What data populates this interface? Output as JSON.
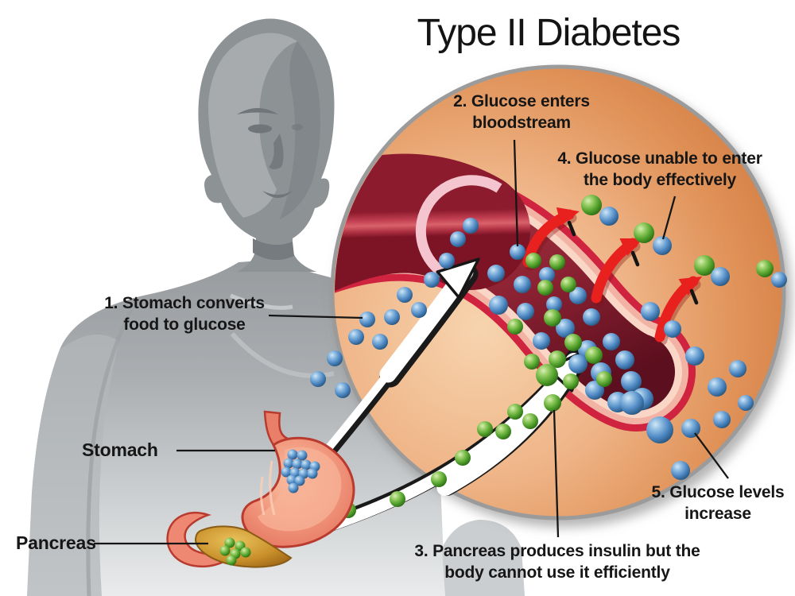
{
  "title": "Type II Diabetes",
  "steps": {
    "step1": "1. Stomach converts\nfood to glucose",
    "step2": "2. Glucose enters\nbloodstream",
    "step3": "3. Pancreas produces insulin but the\nbody cannot use it efficiently",
    "step4": "4. Glucose unable to enter\nthe body effectively",
    "step5": "5. Glucose levels\nincrease"
  },
  "organs": {
    "stomach": "Stomach",
    "pancreas": "Pancreas"
  },
  "legend_colors": {
    "glucose_molecule": "#4d87c2",
    "insulin_molecule": "#55a42e",
    "vessel_wall_pink": "#f2b3a4",
    "blood_red": "#8c2233",
    "inset_background_orange": "#e29a63",
    "silhouette_gray": "#9aa0a3",
    "blocked_arrow_red": "#e8211f",
    "text_color": "#161616"
  }
}
